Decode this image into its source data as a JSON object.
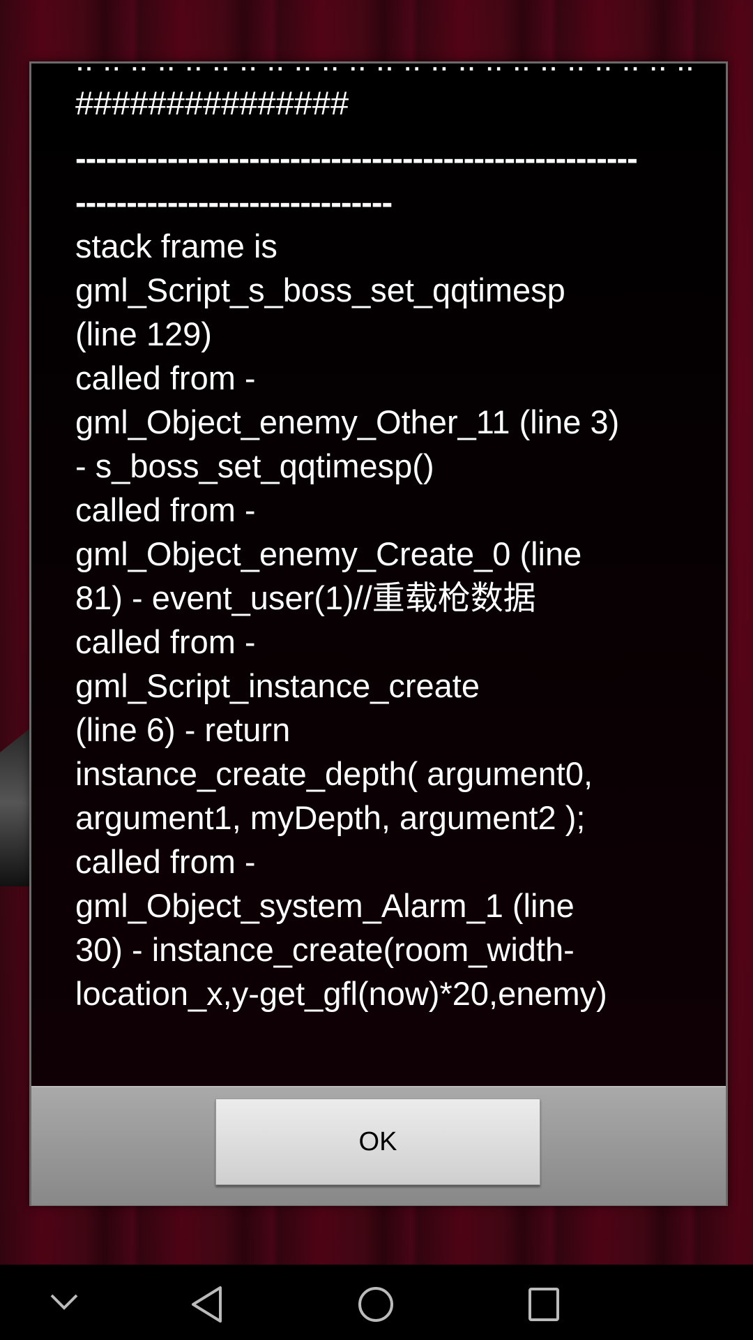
{
  "dialog": {
    "lines": [
      ":: :: :: :: :: :: :: :: :: :: :: :: :: :: :: :: :: :: :: :: :: :: :: :: :: ::",
      "###############",
      "-------------------------------------------------------",
      "-------------------------------",
      "stack frame is",
      "gml_Script_s_boss_set_qqtimesp",
      "(line 129)",
      "called from -",
      "gml_Object_enemy_Other_11 (line 3)",
      "- s_boss_set_qqtimesp()",
      "called from -",
      "gml_Object_enemy_Create_0 (line",
      "81) - event_user(1)//重载枪数据",
      "called from -",
      "gml_Script_instance_create",
      "(line 6) - return",
      "instance_create_depth( argument0,",
      "argument1, myDepth, argument2 );",
      "called from -",
      "gml_Object_system_Alarm_1 (line",
      "30) - instance_create(room_width-",
      "location_x,y-get_gfl(now)*20,enemy)"
    ],
    "ok_label": "OK"
  },
  "navbar": {
    "icons": [
      "chevron-down-icon",
      "back-icon",
      "home-icon",
      "recents-icon"
    ]
  }
}
